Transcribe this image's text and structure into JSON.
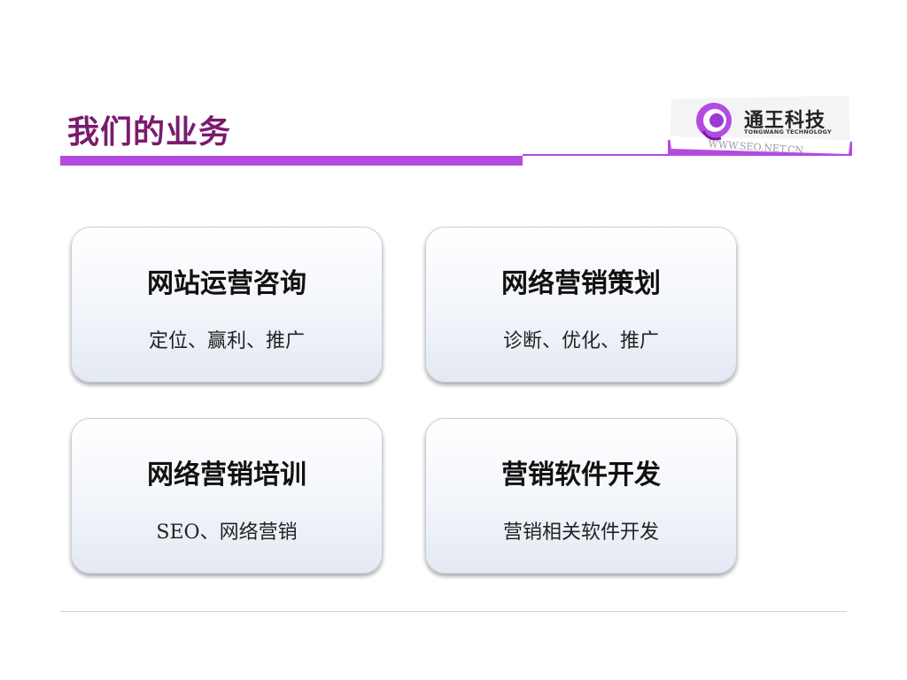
{
  "slide": {
    "title": "我们的业务"
  },
  "logo": {
    "name": "通王科技",
    "english": "TONGWANG TECHNOLOGY",
    "url": "WWW.SEO.NET.CN"
  },
  "cards": [
    {
      "title": "网站运营咨询",
      "subtitle": "定位、赢利、推广"
    },
    {
      "title": "网络营销策划",
      "subtitle": "诊断、优化、推广"
    },
    {
      "title": "网络营销培训",
      "subtitle": "SEO、网络营销"
    },
    {
      "title": "营销软件开发",
      "subtitle": "营销相关软件开发"
    }
  ],
  "colors": {
    "title": "#7a1b6e",
    "accent_bar": "#b44be1"
  }
}
